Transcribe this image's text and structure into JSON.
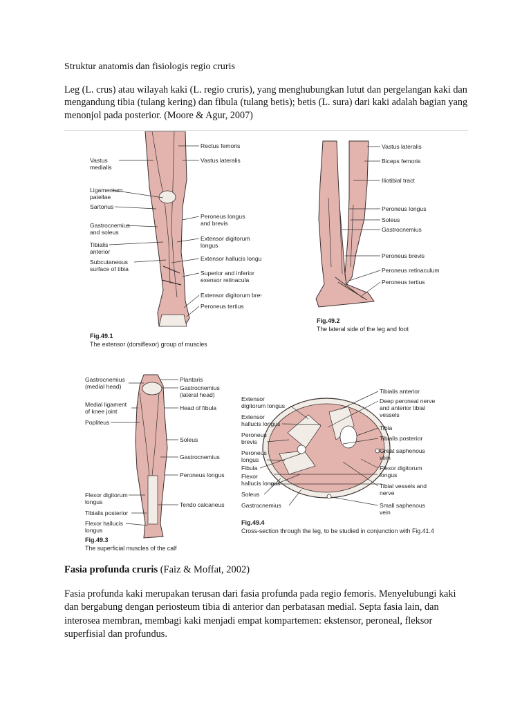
{
  "title": "Struktur anatomis dan fisiologis regio cruris",
  "paragraph1": "Leg (L. crus) atau wilayah kaki (L. regio cruris), yang menghubungkan lutut dan pergelangan kaki dan mengandung tibia (tulang kering) dan fibula (tulang betis); betis (L. sura) dari kaki adalah bagian yang menonjol pada posterior.  (Moore & Agur, 2007)",
  "heading2": {
    "bold": "Fasia profunda cruris",
    "normal": " (Faiz & Moffat, 2002)"
  },
  "paragraph2": "Fasia profunda kaki merupakan terusan dari fasia profunda pada regio femoris. Menyelubungi kaki dan bergabung dengan periosteum tibia di anterior dan perbatasan medial. Septa fasia lain, dan interosea membran, membagi kaki menjadi empat kompartemen: ekstensor, peroneal, fleksor superfisial dan profundus.",
  "fig1": {
    "number": "Fig.49.1",
    "caption": "The extensor (dorsiflexor) group of muscles",
    "left_labels": [
      [
        "Vastus",
        "medialis"
      ],
      [
        "Ligamentum",
        "patellae"
      ],
      [
        "Sartorius"
      ],
      [
        "Gastrocnemius",
        "and soleus"
      ],
      [
        "Tibialis",
        "anterior"
      ],
      [
        "Subcutaneous",
        "surface of tibia"
      ]
    ],
    "right_labels": [
      [
        "Rectus femoris"
      ],
      [
        "Vastus lateralis"
      ],
      [
        "Peroneus longus",
        "and brevis"
      ],
      [
        "Extensor digitorum",
        "longus"
      ],
      [
        "Extensor hallucis longus"
      ],
      [
        "Superior and inferior",
        "exensor retinacula"
      ],
      [
        "Extensor digitorum brevis"
      ],
      [
        "Peroneus tertius"
      ]
    ]
  },
  "fig2": {
    "number": "Fig.49.2",
    "caption": "The lateral side of the leg and foot",
    "labels": [
      [
        "Vastus lateralis"
      ],
      [
        "Biceps femoris"
      ],
      [
        "Iliotibial tract"
      ],
      [
        "Peroneus longus"
      ],
      [
        "Soleus"
      ],
      [
        "Gastrocnemius"
      ],
      [
        "Peroneus brevis"
      ],
      [
        "Peroneus retinaculum"
      ],
      [
        "Peroneus tertius"
      ]
    ]
  },
  "fig3": {
    "number": "Fig.49.3",
    "caption": "The superficial muscles of the calf",
    "left_labels": [
      [
        "Gastrocnemius",
        "(medial head)"
      ],
      [
        "Medial ligament",
        "of knee joint"
      ],
      [
        "Popliteus"
      ],
      [
        "Flexor digitorum",
        "longus"
      ],
      [
        "Tibialis posterior"
      ],
      [
        "Flexor hallucis",
        "longus"
      ]
    ],
    "right_labels": [
      [
        "Plantaris"
      ],
      [
        "Gastrocnemius",
        "(lateral head)"
      ],
      [
        "Head of fibula"
      ],
      [
        "Soleus"
      ],
      [
        "Gastrocnemius"
      ],
      [
        "Peroneus longus"
      ],
      [
        "Tendo calcaneus"
      ]
    ]
  },
  "fig4": {
    "number": "Fig.49.4",
    "caption": "Cross-section through the leg, to be studied in conjunction with Fig.41.4",
    "left_labels": [
      [
        "Extensor",
        "digitorum longus"
      ],
      [
        "Extensor",
        "hallucis longus"
      ],
      [
        "Peroneus",
        "brevis"
      ],
      [
        "Peroneus",
        "longus"
      ],
      [
        "Fibula"
      ],
      [
        "Flexor",
        "hallucis longus"
      ],
      [
        "Soleus"
      ],
      [
        "Gastrocnemius"
      ]
    ],
    "right_labels": [
      [
        "Tibialis anterior"
      ],
      [
        "Deep peroneal nerve",
        "and anterior tibial",
        "vessels"
      ],
      [
        "Tibia"
      ],
      [
        "Tibialis posterior"
      ],
      [
        "Great saphenous",
        "vein"
      ],
      [
        "Flexor digitorum",
        "longus"
      ],
      [
        "Tibial vessels and",
        "nerve"
      ],
      [
        "Small saphenous",
        "vein"
      ]
    ]
  },
  "colors": {
    "muscle": "#e3b3ad",
    "muscle_dark": "#b9716a",
    "tendon": "#f1ece6",
    "outline": "#3a3030"
  }
}
